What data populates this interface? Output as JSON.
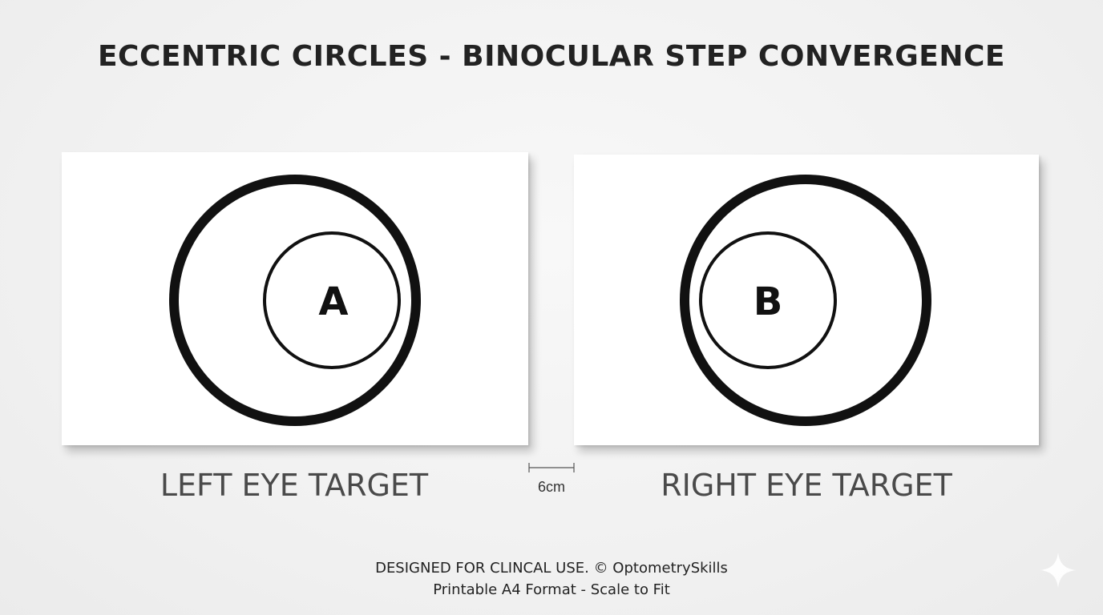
{
  "title": "ECCENTRIC CIRCLES - BINOCULAR STEP CONVERGENCE",
  "left_card": {
    "letter": "A",
    "label": "LEFT EYE TARGET"
  },
  "right_card": {
    "letter": "B",
    "label": "RIGHT EYE TARGET"
  },
  "scale": {
    "label": "6cm"
  },
  "footer": {
    "line1": "DESIGNED FOR CLINCAL USE. © OptometrySkills",
    "line2": "Printable A4 Format - Scale to Fit"
  },
  "colors": {
    "background": "#f1f1f1",
    "card": "#ffffff",
    "ink": "#111111",
    "label": "#4a4a4a"
  },
  "icons": {
    "corner_mark": "sparkle-icon"
  }
}
